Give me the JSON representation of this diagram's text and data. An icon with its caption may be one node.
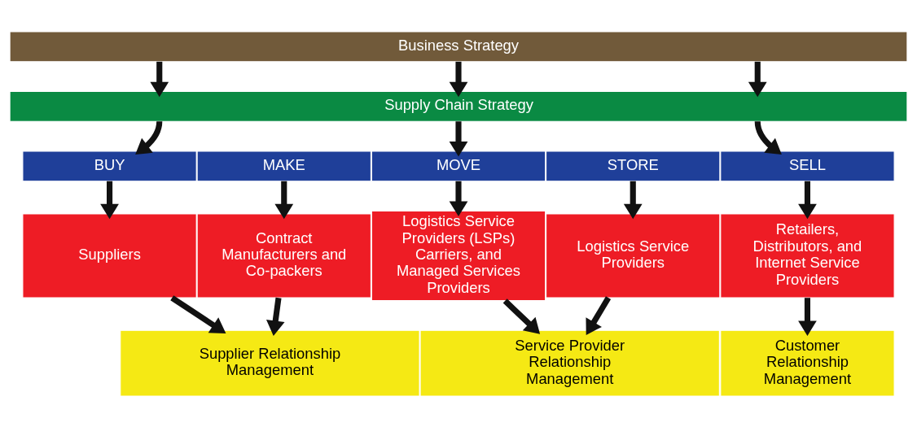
{
  "diagram": {
    "nodes": [
      {
        "text": [
          "Business Strategy"
        ]
      },
      {
        "text": [
          "Supply Chain Strategy"
        ]
      },
      {
        "text": [
          "BUY"
        ]
      },
      {
        "text": [
          "MAKE"
        ]
      },
      {
        "text": [
          "MOVE"
        ]
      },
      {
        "text": [
          "STORE"
        ]
      },
      {
        "text": [
          "SELL"
        ]
      },
      {
        "text": [
          "Suppliers"
        ]
      },
      {
        "text": [
          "Contract Manufacturers and Co-packers"
        ]
      },
      {
        "text": [
          "Logistics Service Providers (LSPs) Carriers, and Managed Services Providers"
        ]
      },
      {
        "text": [
          "Logistics Service Providers"
        ]
      },
      {
        "text": [
          "Retailers, Distributors, and Internet Service Providers"
        ]
      },
      {
        "text": [
          "Supplier Relationship Management"
        ]
      },
      {
        "text": [
          "Service Provider Relationship Management"
        ]
      },
      {
        "text": [
          "Customer Relationship Management"
        ]
      }
    ],
    "edges": [
      {
        "from": 0,
        "to": 1,
        "arrow": "to"
      },
      {
        "from": 0,
        "to": 1,
        "arrow": "to"
      },
      {
        "from": 0,
        "to": 1,
        "arrow": "to"
      },
      {
        "from": 1,
        "to": 2,
        "arrow": "to"
      },
      {
        "from": 1,
        "to": 4,
        "arrow": "to"
      },
      {
        "from": 1,
        "to": 6,
        "arrow": "to"
      },
      {
        "from": 2,
        "to": 7,
        "arrow": "to"
      },
      {
        "from": 3,
        "to": 8,
        "arrow": "to"
      },
      {
        "from": 4,
        "to": 9,
        "arrow": "to"
      },
      {
        "from": 5,
        "to": 10,
        "arrow": "to"
      },
      {
        "from": 6,
        "to": 11,
        "arrow": "to"
      },
      {
        "from": 7,
        "to": 12,
        "arrow": "to"
      },
      {
        "from": 8,
        "to": 12,
        "arrow": "to"
      },
      {
        "from": 9,
        "to": 13,
        "arrow": "to"
      },
      {
        "from": 10,
        "to": 13,
        "arrow": "to"
      },
      {
        "from": 11,
        "to": 14,
        "arrow": "to"
      }
    ]
  }
}
